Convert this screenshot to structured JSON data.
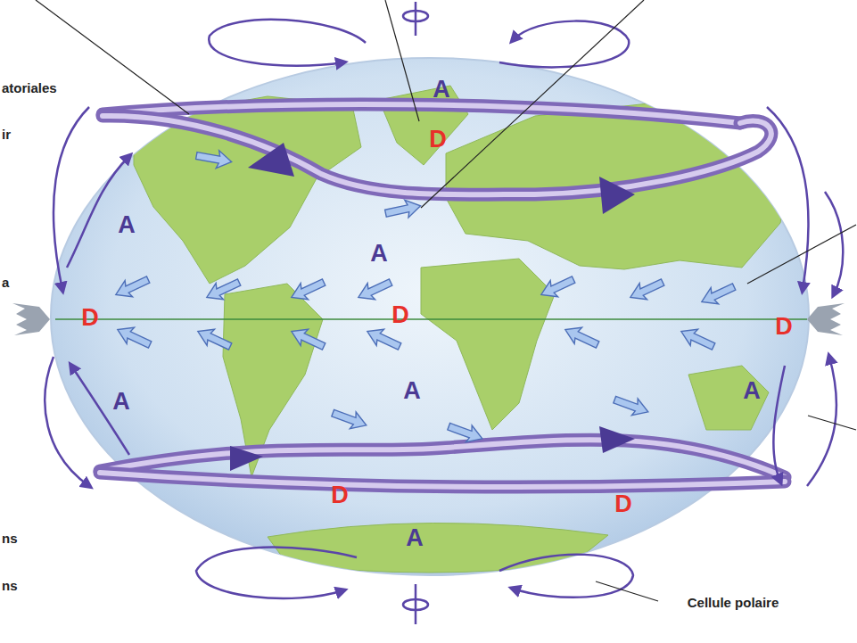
{
  "diagram": {
    "labels": [
      "atoriales",
      "ir",
      "A",
      "D",
      "A",
      "A",
      "a",
      "D",
      "D",
      "D",
      "A",
      "A",
      "A",
      "D",
      "D",
      "A",
      "ns",
      "ns",
      "Cellule polaire"
    ]
  }
}
